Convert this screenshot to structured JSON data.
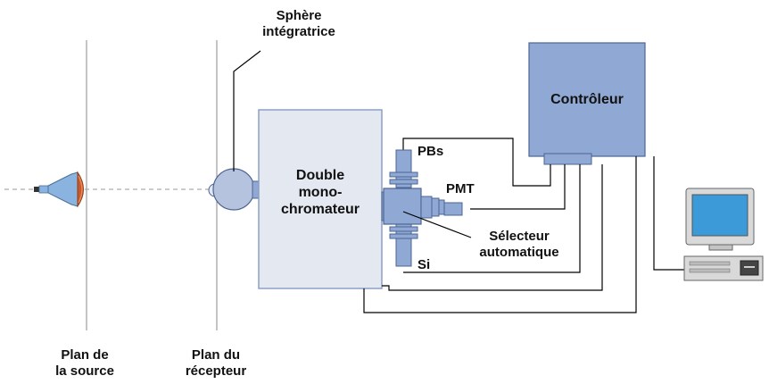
{
  "labels": {
    "sphere": [
      "Sphère",
      "intégratrice"
    ],
    "mono": [
      "Double",
      "mono-",
      "chromateur"
    ],
    "controleur": "Contrôleur",
    "pbs": "PBs",
    "pmt": "PMT",
    "si": "Si",
    "selecteur": [
      "Sélecteur",
      "automatique"
    ],
    "plan_source": [
      "Plan de",
      "la source"
    ],
    "plan_recepteur": [
      "Plan du",
      "récepteur"
    ]
  },
  "colors": {
    "line": "#000000",
    "plane": "#8a8a8a",
    "axis": "#9a9a9a",
    "mono_fill": "#e3e8f1",
    "mono_stroke": "#8ca0c4",
    "blue_fill": "#8fa8d4",
    "blue_stroke": "#4d6592",
    "lamp_blue": "#8ab4df",
    "lamp_red": "#c85a2a",
    "screen": "#3c9ad8",
    "computer_body": "#d9d9d9"
  },
  "icons": {
    "lamp": "lamp-icon",
    "computer": "computer-icon"
  }
}
